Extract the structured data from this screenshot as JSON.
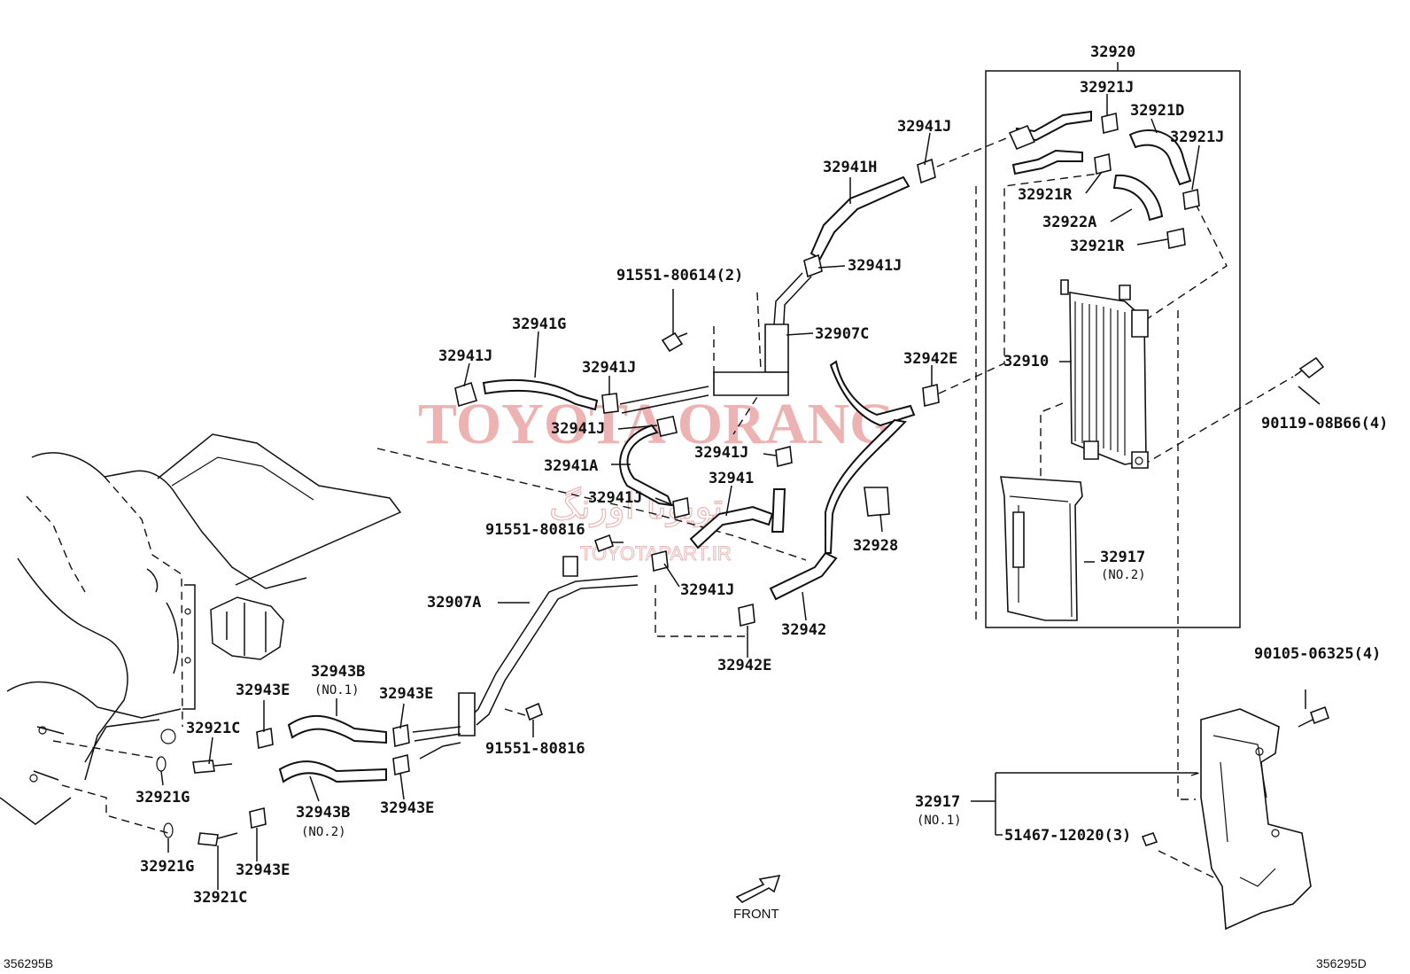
{
  "watermark": {
    "brand": "TOYOTA ORANG",
    "persian": "تویوتا اورنگ",
    "site": "TOYOTAPART.IR"
  },
  "diagram_codes": {
    "left": "356295B",
    "right": "356295D"
  },
  "front_label": "FRONT",
  "assembly": {
    "label": "32920"
  },
  "labels": {
    "p32921J_a": "32921J",
    "p32921D": "32921D",
    "p32921J_b": "32921J",
    "p32921R_a": "32921R",
    "p32922A": "32922A",
    "p32921R_b": "32921R",
    "p32910": "32910",
    "p32917_2": "32917",
    "p32917_2_sub": "(NO.2)",
    "p90119": "90119-08B66(4)",
    "p90105": "90105-06325(4)",
    "p32917_1": "32917",
    "p32917_1_sub": "(NO.1)",
    "p51467": "51467-12020(3)",
    "p32941J_1": "32941J",
    "p32941H": "32941H",
    "p32941J_2": "32941J",
    "p32907C": "32907C",
    "p32942E_1": "32942E",
    "p91551_80614": "91551-80614(2)",
    "p32941G": "32941G",
    "p32941J_3": "32941J",
    "p32941J_4": "32941J",
    "p32941J_5": "32941J",
    "p32941A": "32941A",
    "p32941J_6": "32941J",
    "p32941": "32941",
    "p32941J_7": "32941J",
    "p32928": "32928",
    "p91551_80816_a": "91551-80816",
    "p32907A": "32907A",
    "p32942": "32942",
    "p32942E_2": "32942E",
    "p32943B_1": "32943B",
    "p32943B_1_sub": "(NO.1)",
    "p32943E_1": "32943E",
    "p32943E_2": "32943E",
    "p32921C_1": "32921C",
    "p91551_80816_b": "91551-80816",
    "p32921G_1": "32921G",
    "p32943B_2": "32943B",
    "p32943B_2_sub": "(NO.2)",
    "p32943E_3": "32943E",
    "p32921G_2": "32921G",
    "p32943E_4": "32943E",
    "p32921C_2": "32921C"
  }
}
